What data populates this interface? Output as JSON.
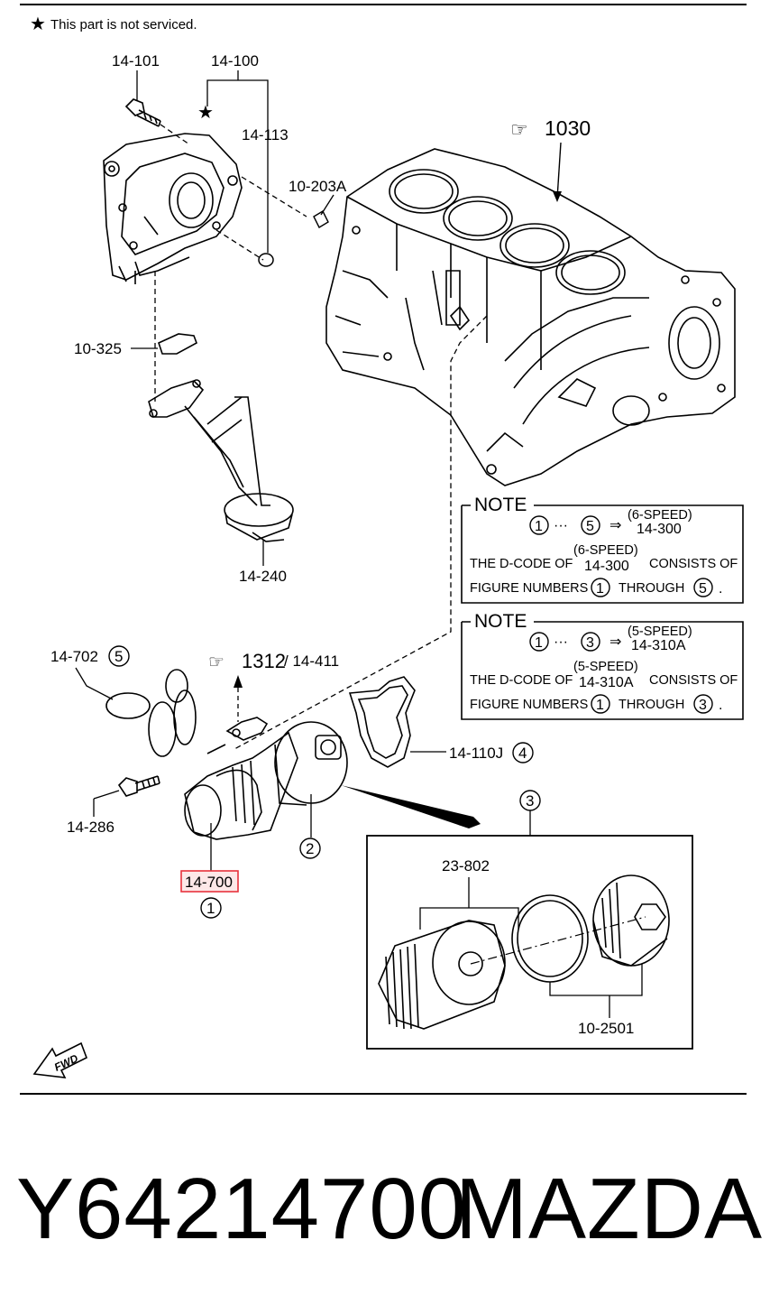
{
  "header": {
    "legend": "This part is not serviced."
  },
  "labels": {
    "l_14_101": "14-101",
    "l_14_100": "14-100",
    "l_14_113": "14-113",
    "l_10_203A": "10-203A",
    "l_1030": "1030",
    "l_10_325": "10-325",
    "l_14_240": "14-240",
    "l_14_702": "14-702",
    "l_1312": "1312",
    "l_14_411": "/ 14-411",
    "l_14_110J": "14-110J",
    "l_14_286": "14-286",
    "l_14_700": "14-700",
    "l_23_802": "23-802",
    "l_10_2501": "10-2501",
    "fwd": "FWD"
  },
  "circled": {
    "c1": "1",
    "c2": "2",
    "c3": "3",
    "c4": "4",
    "c5": "5"
  },
  "notes": [
    {
      "title": "NOTE",
      "from": "1",
      "to": "5",
      "speed": "(6-SPEED)",
      "code": "14-300",
      "line1_a": "THE D-CODE OF",
      "line1_b": "CONSISTS OF",
      "line2_a": "FIGURE NUMBERS",
      "line2_b": "THROUGH",
      "dots": "···",
      "arrow": "⇒",
      "period": "."
    },
    {
      "title": "NOTE",
      "from": "1",
      "to": "3",
      "speed": "(5-SPEED)",
      "code": "14-310A",
      "line1_a": "THE D-CODE OF",
      "line1_b": "CONSISTS OF",
      "line2_a": "FIGURE NUMBERS",
      "line2_b": "THROUGH",
      "dots": "···",
      "arrow": "⇒",
      "period": "."
    }
  ],
  "footer": {
    "part_number": "Y64214700",
    "brand": "MAZDA"
  },
  "colors": {
    "highlight": "#e8323c",
    "highlight_fill": "#fde8e8",
    "ink": "#000000"
  }
}
